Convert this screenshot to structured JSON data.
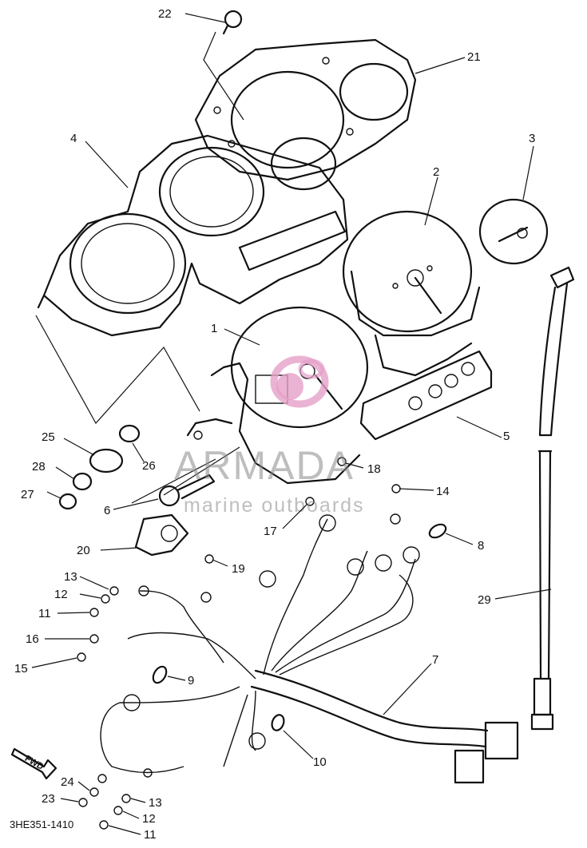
{
  "diagram": {
    "part_code": "3HE351-1410",
    "fwd_label": "FWD",
    "watermark": {
      "brand": "ARMADA",
      "tagline": "marine outboards",
      "accent_color": "#e6a0c8"
    },
    "callouts": [
      "22",
      "21",
      "4",
      "3",
      "2",
      "1",
      "5",
      "25",
      "26",
      "28",
      "27",
      "18",
      "14",
      "6",
      "17",
      "8",
      "20",
      "19",
      "13",
      "12",
      "11",
      "16",
      "29",
      "15",
      "7",
      "9",
      "10",
      "24",
      "23",
      "13",
      "12",
      "11"
    ]
  }
}
